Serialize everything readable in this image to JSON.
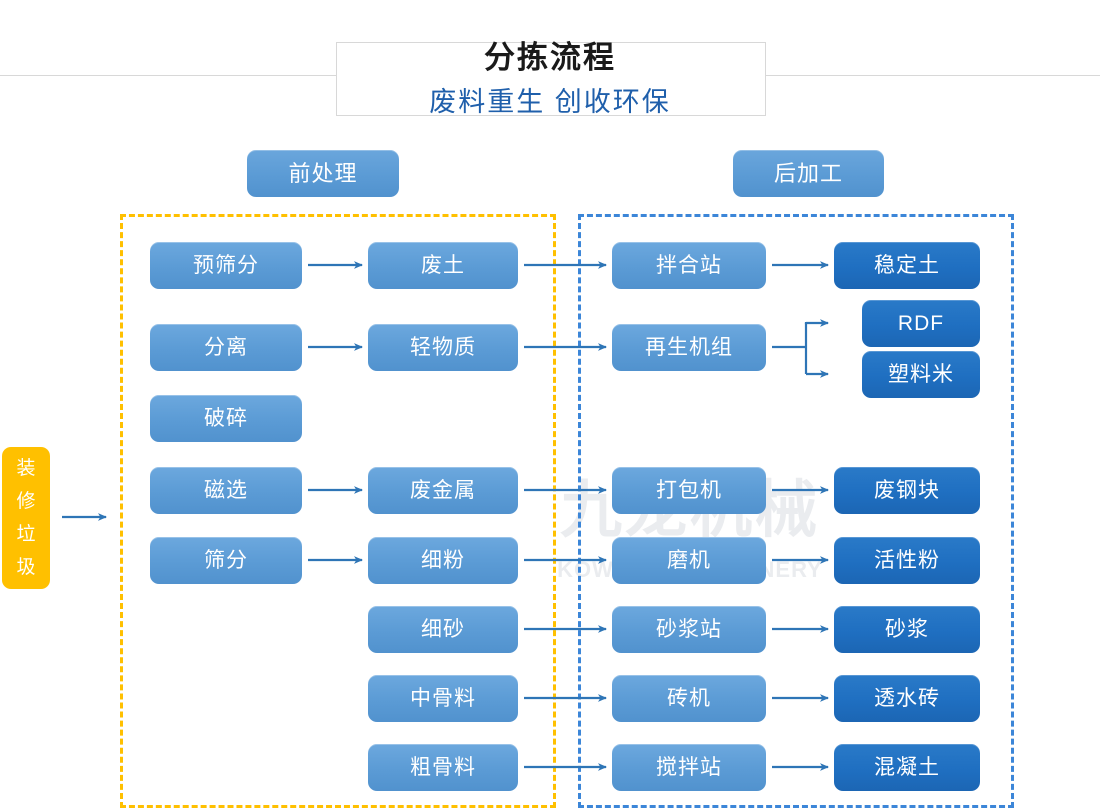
{
  "title": {
    "main": "分拣流程",
    "sub": "废料重生 创收环保"
  },
  "watermark": {
    "cn": "九龙机械",
    "en": "KOWLOONMACHINERY"
  },
  "headers": {
    "pre": "前处理",
    "post": "后加工"
  },
  "source": {
    "label": "装修垃圾",
    "chars": [
      "装",
      "修",
      "垃",
      "圾"
    ],
    "color": "#FFC000"
  },
  "colors": {
    "mid_blue": "#5B9BD5",
    "dark_blue": "#1F6FC1",
    "yellow": "#FFC000",
    "arrow": "#2E75B6",
    "dash_pre": "#FFC000",
    "dash_post": "#3C86D8",
    "title_sub": "#1F5FAB"
  },
  "nodes": {
    "col_process": [
      {
        "label": "预筛分",
        "tone": "mid"
      },
      {
        "label": "分离",
        "tone": "mid"
      },
      {
        "label": "破碎",
        "tone": "mid"
      },
      {
        "label": "磁选",
        "tone": "mid"
      },
      {
        "label": "筛分",
        "tone": "mid"
      }
    ],
    "col_material": [
      {
        "label": "废土",
        "tone": "mid"
      },
      {
        "label": "轻物质",
        "tone": "mid"
      },
      {
        "label": "废金属",
        "tone": "mid"
      },
      {
        "label": "细粉",
        "tone": "mid"
      },
      {
        "label": "细砂",
        "tone": "mid"
      },
      {
        "label": "中骨料",
        "tone": "mid"
      },
      {
        "label": "粗骨料",
        "tone": "mid"
      }
    ],
    "col_equipment": [
      {
        "label": "拌合站",
        "tone": "mid"
      },
      {
        "label": "再生机组",
        "tone": "mid"
      },
      {
        "label": "打包机",
        "tone": "mid"
      },
      {
        "label": "磨机",
        "tone": "mid"
      },
      {
        "label": "砂浆站",
        "tone": "mid"
      },
      {
        "label": "砖机",
        "tone": "mid"
      },
      {
        "label": "搅拌站",
        "tone": "mid"
      }
    ],
    "col_product": [
      {
        "label": "稳定土",
        "tone": "dark"
      },
      {
        "label": "RDF",
        "tone": "dark"
      },
      {
        "label": "塑料米",
        "tone": "dark"
      },
      {
        "label": "废钢块",
        "tone": "dark"
      },
      {
        "label": "活性粉",
        "tone": "dark"
      },
      {
        "label": "砂浆",
        "tone": "dark"
      },
      {
        "label": "透水砖",
        "tone": "dark"
      },
      {
        "label": "混凝土",
        "tone": "dark"
      }
    ]
  }
}
